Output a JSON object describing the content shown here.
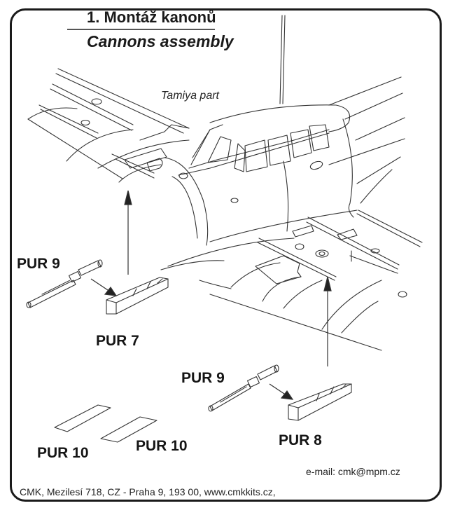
{
  "header": {
    "title_cz": "1. Montáž kanonů",
    "title_en": "Cannons assembly"
  },
  "annotations": {
    "tamiya_part": "Tamiya part"
  },
  "parts": [
    {
      "id": "pur9_left",
      "label": "PUR 9",
      "description": "cannon"
    },
    {
      "id": "pur7",
      "label": "PUR 7",
      "description": "left cannon bay insert"
    },
    {
      "id": "pur9_right",
      "label": "PUR 9",
      "description": "cannon"
    },
    {
      "id": "pur8",
      "label": "PUR 8",
      "description": "right cannon bay insert"
    },
    {
      "id": "pur10_left",
      "label": "PUR 10",
      "description": "panel"
    },
    {
      "id": "pur10_right",
      "label": "PUR 10",
      "description": "panel"
    }
  ],
  "footer": {
    "email": "e-mail: cmk@mpm.cz",
    "address": "CMK, Mezilesí 718, CZ - Praha 9, 193 00,  www.cmkkits.cz,"
  },
  "colors": {
    "ink": "#1a1a1a",
    "paper": "#ffffff",
    "line": "#333333"
  }
}
